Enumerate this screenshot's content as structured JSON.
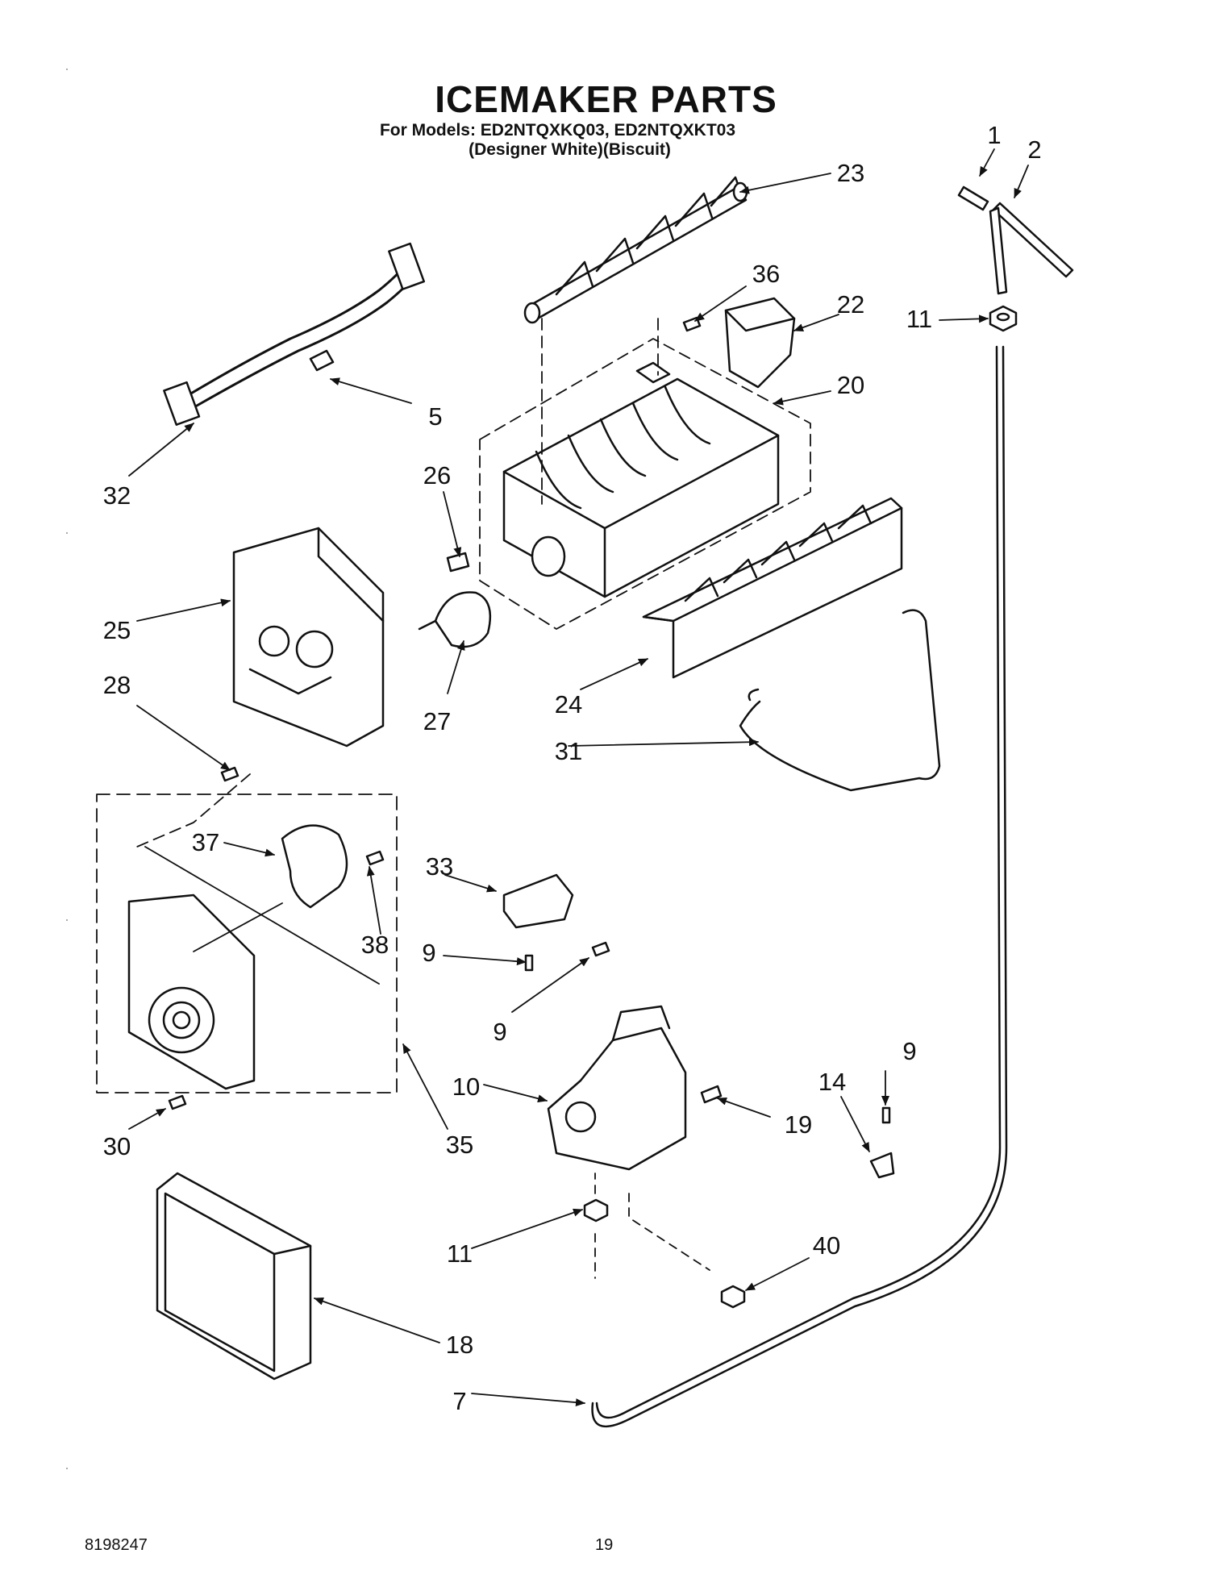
{
  "header": {
    "title": "ICEMAKER PARTS",
    "models_line": "For Models: ED2NTQXKQ03, ED2NTQXKT03",
    "colors_line": "(Designer White)(Biscuit)"
  },
  "footer": {
    "doc_number": "8198247",
    "page_number": "19"
  },
  "callouts": [
    "1",
    "2",
    "23",
    "36",
    "22",
    "11",
    "20",
    "5",
    "32",
    "26",
    "25",
    "27",
    "24",
    "28",
    "31",
    "37",
    "33",
    "38",
    "9",
    "9",
    "9",
    "35",
    "30",
    "10",
    "19",
    "14",
    "11",
    "40",
    "18",
    "7"
  ],
  "colors": {
    "ink": "#111111",
    "background": "#ffffff"
  }
}
